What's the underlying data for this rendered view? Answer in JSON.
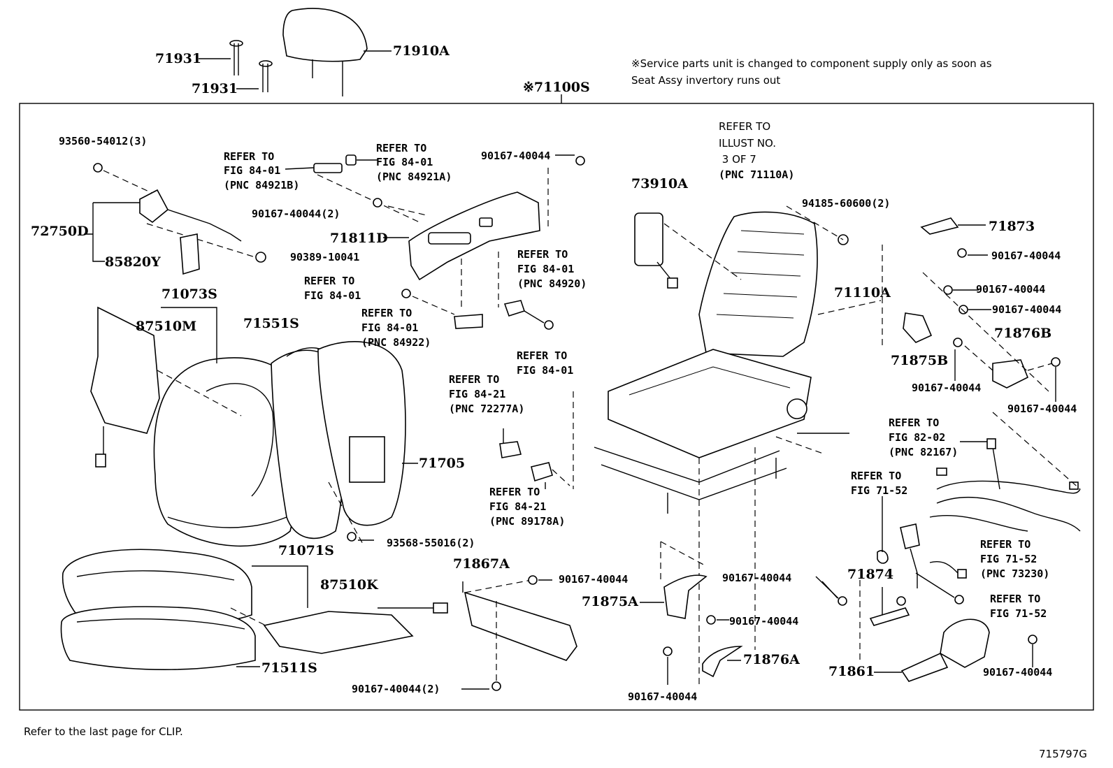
{
  "notice": [
    "※Service parts unit is changed to component supply only as soon as",
    "Seat Assy invertory runs out"
  ],
  "assembly_label": "※71100S",
  "footer_note": "Refer to the last page for CLIP.",
  "figure_id": "715797G",
  "refer_front": {
    "lines": [
      "REFER TO",
      "ILLUST NO.",
      " 3 OF 7",
      "(PNC 71110A)"
    ]
  },
  "parts": {
    "p71931a": "71931",
    "p71931b": "71931",
    "p71910A": "71910A",
    "p72750D": "72750D",
    "p85820Y": "85820Y",
    "p71811D": "71811D",
    "p71073S": "71073S",
    "p87510M": "87510M",
    "p71551S": "71551S",
    "p71705": "71705",
    "p71071S": "71071S",
    "p87510K": "87510K",
    "p71511S": "71511S",
    "p71867A": "71867A",
    "p73910A": "73910A",
    "p71110A": "71110A",
    "p71873": "71873",
    "p71875B": "71875B",
    "p71876B": "71876B",
    "p71874": "71874",
    "p71875A": "71875A",
    "p71876A": "71876A",
    "p71861": "71861"
  },
  "fasteners": {
    "f93560": "93560-54012(3)",
    "f90167_top": "90167-40044",
    "f90167_2a": "90167-40044(2)",
    "f90389": "90389-10041",
    "f93568": "93568-55016(2)",
    "f90167_71867": "90167-40044",
    "f90167_2b": "90167-40044(2)",
    "f94185": "94185-60600(2)",
    "f90167_r1": "90167-40044",
    "f90167_r2": "90167-40044",
    "f90167_r3": "90167-40044",
    "f90167_r4": "90167-40044",
    "f90167_r5": "90167-40044",
    "f90167_c1": "90167-40044",
    "f90167_c2": "90167-40044",
    "f90167_c3": "90167-40044",
    "f90167_br": "90167-40044"
  },
  "refs": {
    "r84921B": [
      "REFER TO",
      "FIG 84-01",
      "(PNC 84921B)"
    ],
    "r84921A": [
      "REFER TO",
      "FIG 84-01",
      "(PNC 84921A)"
    ],
    "r84920": [
      "REFER TO",
      "FIG 84-01",
      "(PNC 84920)"
    ],
    "r8401a": [
      "REFER TO",
      "FIG 84-01"
    ],
    "r84922": [
      "REFER TO",
      "FIG 84-01",
      "(PNC 84922)"
    ],
    "r8401b": [
      "REFER TO",
      "FIG 84-01"
    ],
    "r72277A": [
      "REFER TO",
      "FIG 84-21",
      "(PNC 72277A)"
    ],
    "r89178A": [
      "REFER TO",
      "FIG 84-21",
      "(PNC 89178A)"
    ],
    "r82167": [
      "REFER TO",
      "FIG 82-02",
      "(PNC 82167)"
    ],
    "r7152a": [
      "REFER TO",
      "FIG 71-52"
    ],
    "r73230": [
      "REFER TO",
      "FIG 71-52",
      "(PNC 73230)"
    ],
    "r7152b": [
      "REFER TO",
      "FIG 71-52"
    ]
  }
}
